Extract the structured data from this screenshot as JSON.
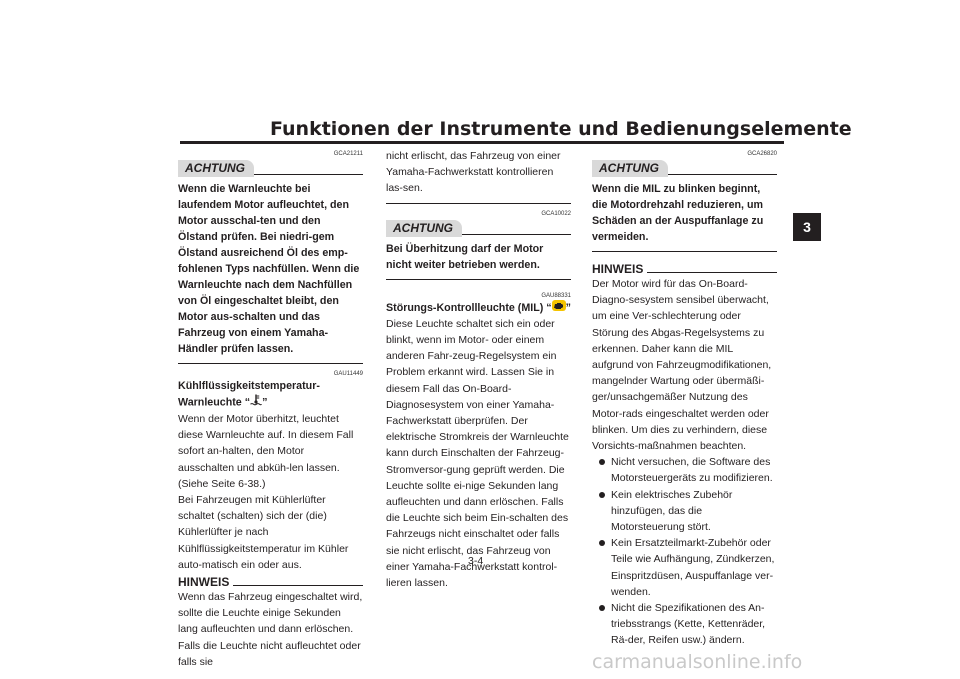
{
  "header": {
    "title": "Funktionen der Instrumente und Bedienungselemente",
    "chapter_tab": "3"
  },
  "col1": {
    "code1": "GCA21211",
    "achtung_label": "ACHTUNG",
    "warning_text": "Wenn die Warnleuchte bei laufendem Motor aufleuchtet, den Motor ausschal-ten und den Ölstand prüfen. Bei niedri-gem Ölstand ausreichend Öl des emp-fohlenen Typs nachfüllen. Wenn die Warnleuchte nach dem Nachfüllen von Öl eingeschaltet bleibt, den Motor aus-schalten und das Fahrzeug von einem Yamaha-Händler prüfen lassen.",
    "code2": "GAU11449",
    "heading_line1": "Kühlflüssigkeitstemperatur-",
    "heading_prefix": "Warnleuchte “",
    "heading_suffix": "”",
    "heading_icon": "coolant-temperature-icon",
    "body": "Wenn der Motor überhitzt, leuchtet diese Warnleuchte auf. In diesem Fall sofort an-halten, den Motor ausschalten und abküh-len lassen. (Siehe Seite 6-38.)",
    "body2": "Bei Fahrzeugen mit Kühlerlüfter schaltet (schalten) sich der (die) Kühlerlüfter je nach Kühlflüssigkeitstemperatur im Kühler auto-matisch ein oder aus.",
    "hinweis_label": "HINWEIS",
    "hinweis_text": "Wenn das Fahrzeug eingeschaltet wird, sollte die Leuchte einige Sekunden lang aufleuchten und dann erlöschen. Falls die Leuchte nicht aufleuchtet oder falls sie"
  },
  "col2": {
    "continuation": "nicht erlischt, das Fahrzeug von einer Yamaha-Fachwerkstatt kontrollieren las-sen.",
    "code1": "GCA10022",
    "achtung_label": "ACHTUNG",
    "warning_text": "Bei Überhitzung darf der Motor nicht weiter betrieben werden.",
    "code2": "GAU88331",
    "heading_prefix": "Störungs-Kontrollleuchte (MIL) “",
    "heading_suffix": "”",
    "heading_icon": "engine-check-icon",
    "body": "Diese Leuchte schaltet sich ein oder blinkt, wenn im Motor- oder einem anderen Fahr-zeug-Regelsystem ein Problem erkannt wird. Lassen Sie in diesem Fall das On-Board-Diagnosesystem von einer Yamaha-Fachwerkstatt überprüfen. Der elektrische Stromkreis der Warnleuchte kann durch Einschalten der Fahrzeug-Stromversor-gung geprüft werden. Die Leuchte sollte ei-nige Sekunden lang aufleuchten und dann erlöschen. Falls die Leuchte sich beim Ein-schalten des Fahrzeugs nicht einschaltet oder falls sie nicht erlischt, das Fahrzeug von einer Yamaha-Fachwerkstatt kontrol-lieren lassen."
  },
  "col3": {
    "code1": "GCA26820",
    "achtung_label": "ACHTUNG",
    "warning_text": "Wenn die MIL zu blinken beginnt, die Motordrehzahl reduzieren, um Schäden an der Auspuffanlage zu vermeiden.",
    "hinweis_label": "HINWEIS",
    "hinweis_text": "Der Motor wird für das On-Board-Diagno-sesystem sensibel überwacht, um eine Ver-schlechterung oder Störung des Abgas-Regelsystems zu erkennen. Daher kann die MIL aufgrund von Fahrzeugmodifikationen, mangelnder Wartung oder übermäßi-ger/unsachgemäßer Nutzung des Motor-rads eingeschaltet werden oder blinken. Um dies zu verhindern, diese Vorsichts-maßnahmen beachten.",
    "bullets": [
      "Nicht versuchen, die Software des Motorsteuergeräts zu modifizieren.",
      "Kein elektrisches Zubehör hinzufügen, das die Motorsteuerung stört.",
      "Kein Ersatzteilmarkt-Zubehör oder Teile wie Aufhängung, Zündkerzen, Einspritzdüsen, Auspuffanlage ver-wenden.",
      "Nicht die Spezifikationen des An-triebsstrangs (Kette, Kettenräder, Rä-der, Reifen usw.) ändern."
    ]
  },
  "footer": {
    "page_number": "3-4",
    "watermark": "carmanualsonline.info"
  }
}
